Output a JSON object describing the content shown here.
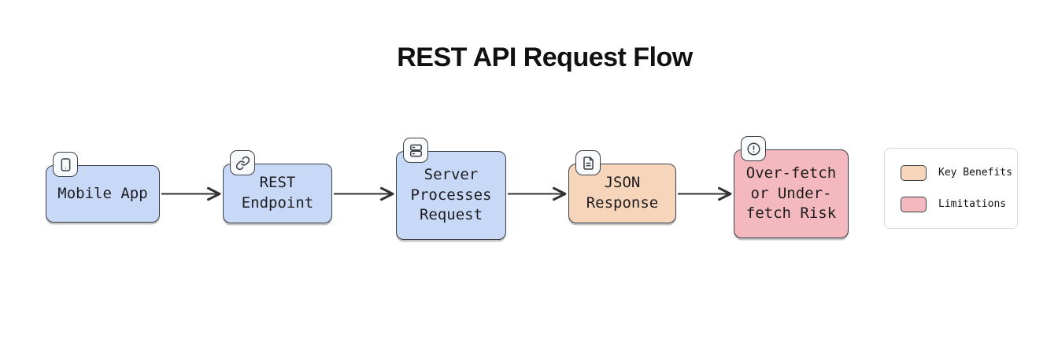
{
  "title": "REST API Request Flow",
  "diagram": {
    "nodes": [
      {
        "id": "mobile-app",
        "label": "Mobile App",
        "icon": "smartphone-icon",
        "fill": "#c8d9f8"
      },
      {
        "id": "rest-endpoint",
        "label": "REST Endpoint",
        "icon": "link-icon",
        "fill": "#c8d9f8"
      },
      {
        "id": "server-processes-request",
        "label": "Server Processes Request",
        "icon": "server-icon",
        "fill": "#c8d9f8"
      },
      {
        "id": "json-response",
        "label": "JSON Response",
        "icon": "file-text-icon",
        "fill": "#f7d5ba"
      },
      {
        "id": "overfetch-underfetch-risk",
        "label": "Over-fetch or Under-fetch Risk",
        "icon": "alert-circle-icon",
        "fill": "#f4b9be"
      }
    ],
    "edges": [
      {
        "from": "mobile-app",
        "to": "rest-endpoint"
      },
      {
        "from": "rest-endpoint",
        "to": "server-processes-request"
      },
      {
        "from": "server-processes-request",
        "to": "json-response"
      },
      {
        "from": "json-response",
        "to": "overfetch-underfetch-risk"
      }
    ]
  },
  "legend": {
    "items": [
      {
        "label": "Key Benefits",
        "color": "#f7d5ba"
      },
      {
        "label": "Limitations",
        "color": "#f4b9be"
      }
    ]
  },
  "colors": {
    "node_blue": "#c8d9f8",
    "node_peach": "#f7d5ba",
    "node_pink": "#f4b9be",
    "node_border": "#3b3f46",
    "arrow": "#333333"
  }
}
